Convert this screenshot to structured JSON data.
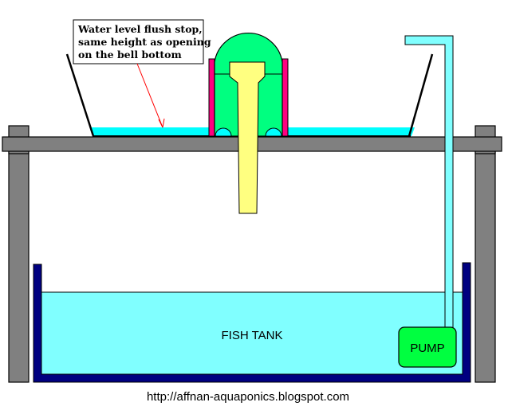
{
  "callout": {
    "lines": [
      "Water level flush stop,",
      "same height as opening",
      "on the bell bottom"
    ]
  },
  "labels": {
    "fish_tank": "FISH TANK",
    "pump": "PUMP"
  },
  "footer": {
    "url": "http://affnan-aquaponics.blogspot.com"
  },
  "colors": {
    "frame": "#808080",
    "water": "#80ffff",
    "tank": "#000080",
    "bell": "#00ff80",
    "bell_rim": "#ff0080",
    "standpipe": "#ffff80",
    "pump": "#00ff40",
    "arrow": "#ff0000"
  }
}
